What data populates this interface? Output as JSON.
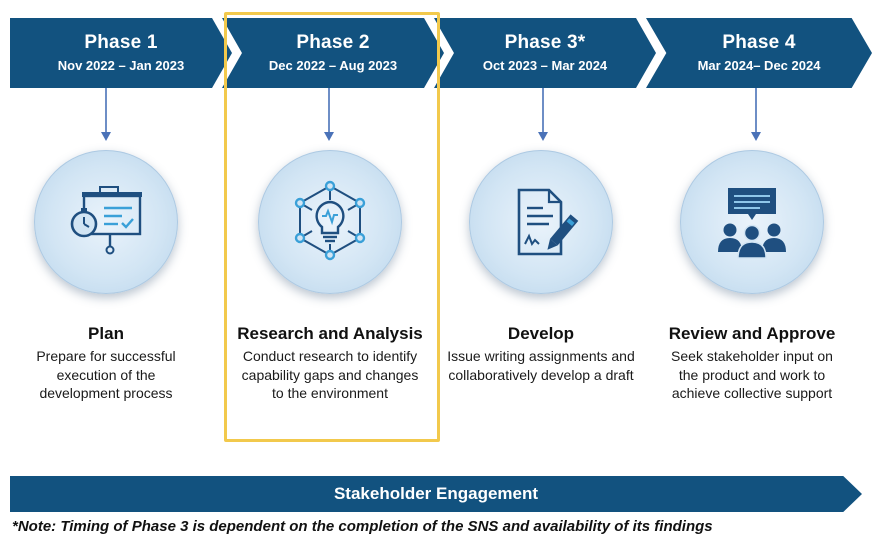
{
  "phases": [
    {
      "title": "Phase 1",
      "dates": "Nov 2022 – Jan 2023"
    },
    {
      "title": "Phase 2",
      "dates": "Dec 2022 – Aug 2023"
    },
    {
      "title": "Phase 3*",
      "dates": "Oct 2023 – Mar 2024"
    },
    {
      "title": "Phase 4",
      "dates": "Mar 2024– Dec 2024"
    }
  ],
  "steps": [
    {
      "title": "Plan",
      "description": "Prepare for successful execution of the development process",
      "icon": "presentation-stopwatch-icon"
    },
    {
      "title": "Research and Analysis",
      "description": "Conduct research to identify capability gaps and changes to the environment",
      "icon": "lightbulb-network-icon"
    },
    {
      "title": "Develop",
      "description": "Issue writing assignments and collaboratively develop a draft",
      "icon": "document-pen-icon"
    },
    {
      "title": "Review and Approve",
      "description": "Seek stakeholder input on the product and work to achieve collective support",
      "icon": "meeting-people-icon"
    }
  ],
  "highlighted_phase": 2,
  "engagement_bar": {
    "label": "Stakeholder Engagement"
  },
  "footnote": "*Note: Timing of Phase 3 is dependent on the completion of the SNS and availability of its findings",
  "colors": {
    "chevron": "#12527f",
    "icon": "#1f4f80",
    "highlight_border": "#f2c94c",
    "circle_fill": "#d2e5f4",
    "arrow": "#4a72b8"
  }
}
